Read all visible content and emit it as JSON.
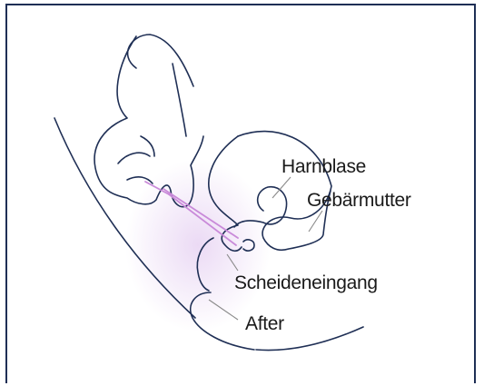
{
  "labels": {
    "bladder": "Harnblase",
    "uterus": "Gebärmutter",
    "vaginal_opening": "Scheideneingang",
    "anus": "After"
  },
  "colors": {
    "outline": "#1f2f55",
    "applicator": "#c98ad9",
    "glow": "#efe2f6",
    "leader": "#8a8a8a"
  }
}
